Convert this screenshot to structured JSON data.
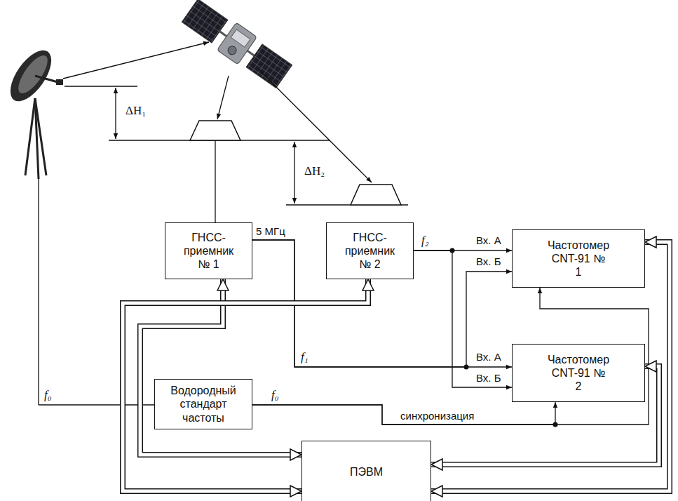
{
  "diagram": {
    "nodes": [
      {
        "text": [
          "ГНСС- приемник № 1"
        ]
      },
      {
        "text": [
          "ГНСС- приемник № 2"
        ]
      },
      {
        "text": [
          "Частотомер CNT-91 № 1"
        ]
      },
      {
        "text": [
          "Частотомер CNT-91 № 2"
        ]
      },
      {
        "text": [
          "Водородный стандарт частоты"
        ]
      },
      {
        "text": [
          "ПЭВМ"
        ]
      }
    ],
    "edges": [
      {
        "from": 0,
        "to": 3,
        "arrow": "to"
      },
      {
        "from": 0,
        "to": 2,
        "arrow": "to"
      },
      {
        "from": 1,
        "to": 2,
        "arrow": "to"
      },
      {
        "from": 1,
        "to": 3,
        "arrow": "to"
      },
      {
        "from": 4,
        "to": 3,
        "arrow": "to"
      },
      {
        "from": 4,
        "to": 2,
        "arrow": "to"
      },
      {
        "from": 5,
        "to": 0,
        "arrow": "both"
      },
      {
        "from": 5,
        "to": 1,
        "arrow": "both"
      },
      {
        "from": 5,
        "to": 2,
        "arrow": "both"
      },
      {
        "from": 5,
        "to": 3,
        "arrow": "both"
      }
    ],
    "labels": [
      "ΔH₁",
      "ΔH₂",
      "5 МГц",
      "f₂",
      "Вх. А",
      "Вх. Б",
      "f₁",
      "Вх. А",
      "Вх. Б",
      "f₀",
      "f₀",
      "синхронизация"
    ]
  }
}
